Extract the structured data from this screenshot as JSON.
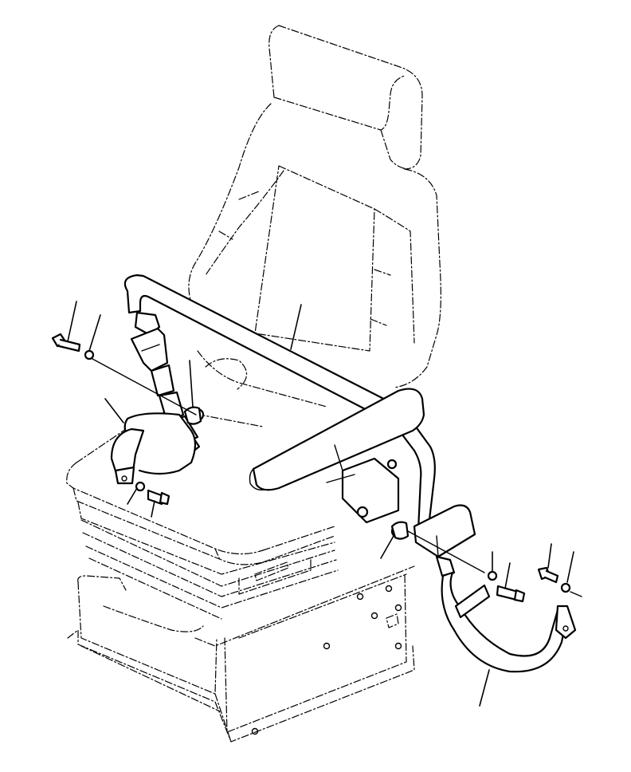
{
  "figure": {
    "parts": [
      {
        "id": "seat-back",
        "icon": "seat-back-outline"
      },
      {
        "id": "seat-cushion",
        "icon": "seat-cushion-outline"
      },
      {
        "id": "suspension-base",
        "icon": "seat-suspension-outline"
      },
      {
        "id": "grab-bar",
        "icon": "grab-bar-rail"
      },
      {
        "id": "armrest",
        "icon": "armrest-pad"
      },
      {
        "id": "belt-latch-left",
        "icon": "belt-latch-plate"
      },
      {
        "id": "belt-webbing-left",
        "icon": "belt-webbing"
      },
      {
        "id": "belt-buckle-right",
        "icon": "belt-buckle"
      },
      {
        "id": "belt-webbing-right",
        "icon": "belt-webbing"
      },
      {
        "id": "bolt",
        "icon": "hex-bolt"
      },
      {
        "id": "washer",
        "icon": "lock-washer"
      },
      {
        "id": "spacer",
        "icon": "spacer-collar"
      }
    ],
    "callout_count": 13,
    "line_color": "#000000",
    "background": "#ffffff"
  }
}
